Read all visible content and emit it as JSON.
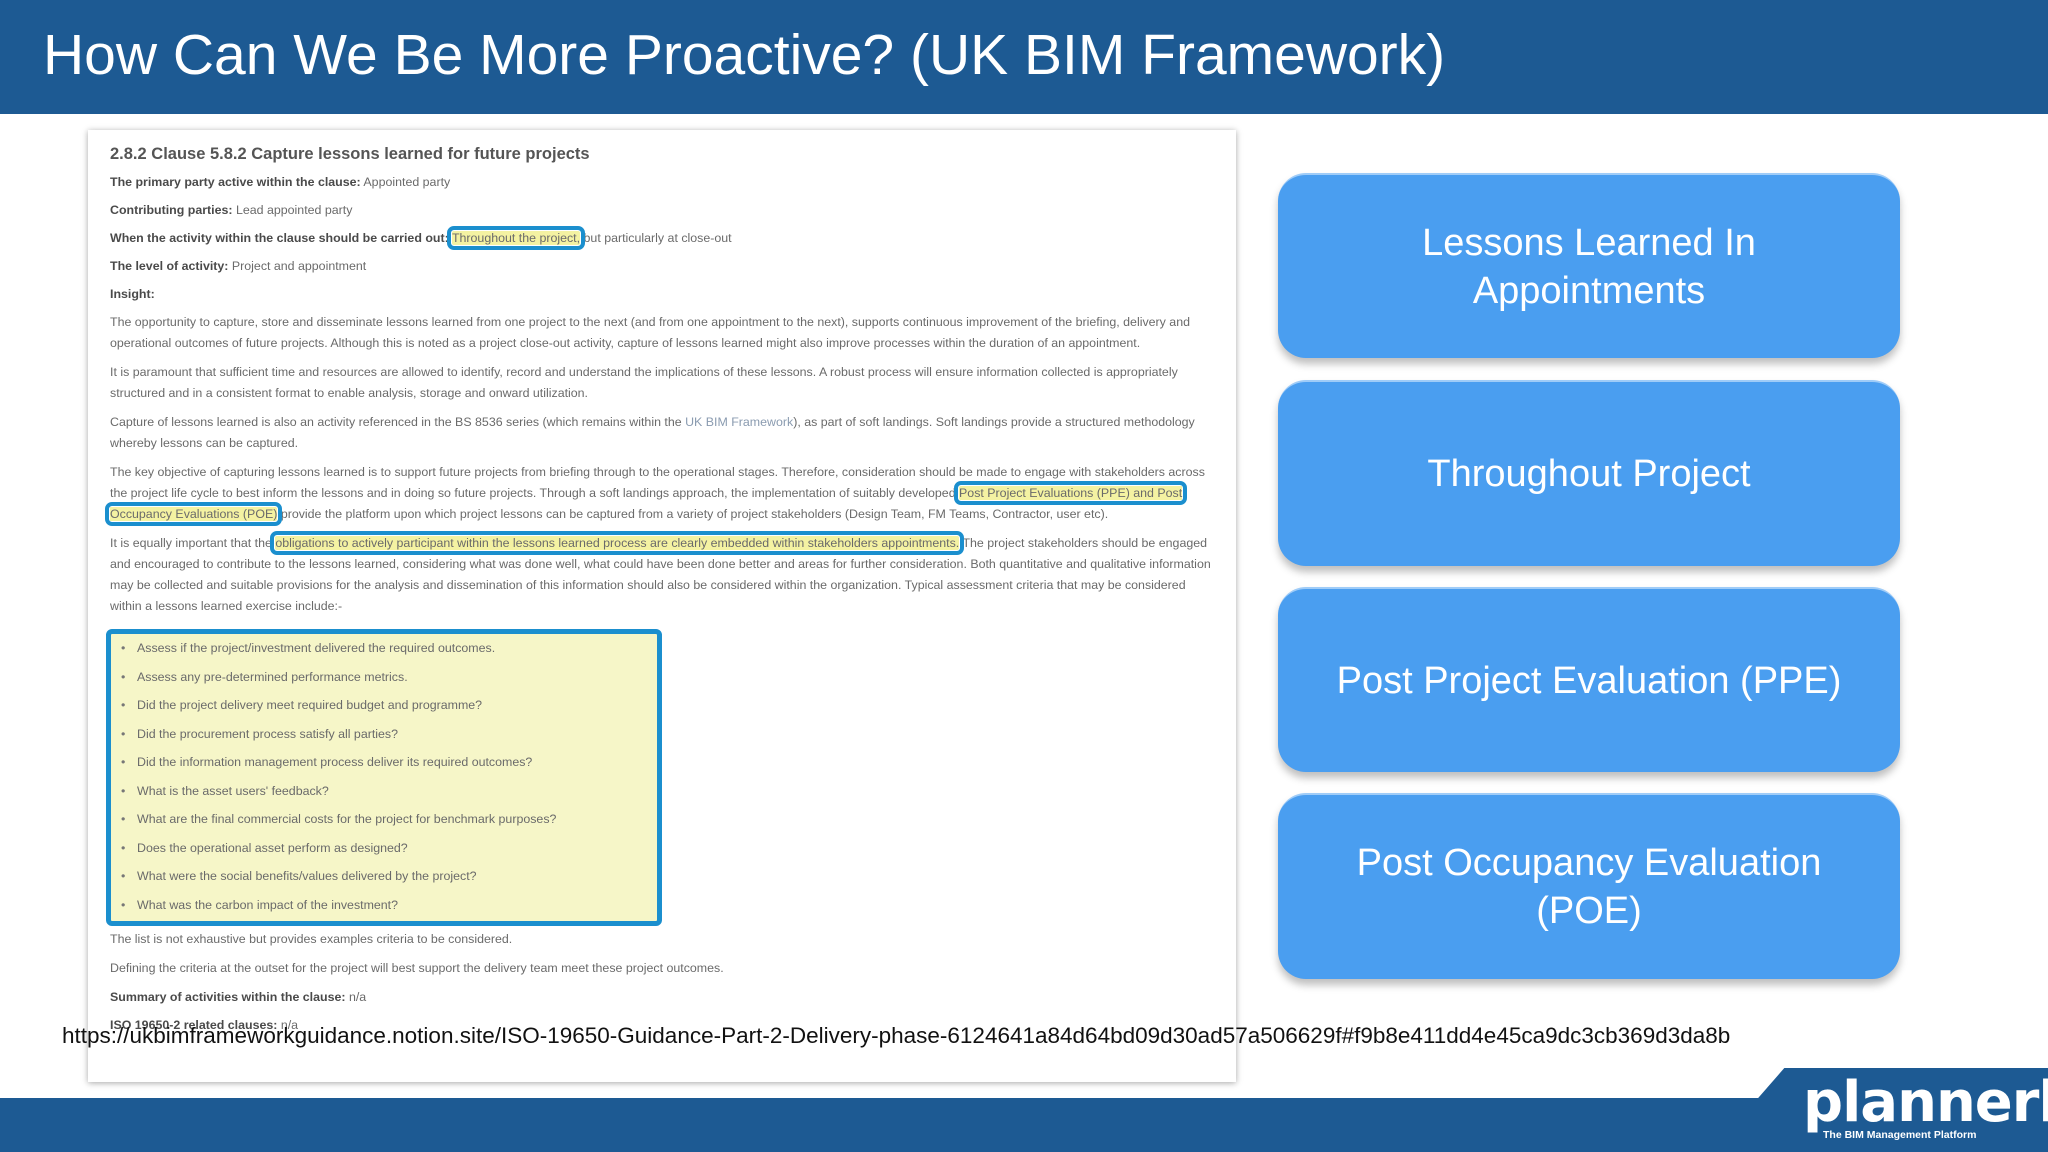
{
  "header": {
    "title": "How Can We Be More Proactive? (UK BIM Framework)"
  },
  "document": {
    "heading": "2.8.2 Clause 5.8.2 Capture lessons learned for future projects",
    "primary_party_label": "The primary party active within the clause:",
    "primary_party_value": "Appointed party",
    "contributing_label": "Contributing parties:",
    "contributing_value": "Lead appointed party",
    "when_label": "When the activity within the clause should be carried out:",
    "when_highlight": "Throughout the project,",
    "when_rest": "but particularly at close-out",
    "level_label": "The level of activity:",
    "level_value": "Project and appointment",
    "insight_label": "Insight:",
    "para1": "The opportunity to capture, store and disseminate lessons learned from one project to the next (and from one appointment to the next), supports continuous improvement of the briefing, delivery and operational outcomes of future projects.  Although this is noted as a project close-out activity, capture of lessons learned might also improve processes within the duration of an appointment.",
    "para2": "It is paramount that sufficient time and resources are allowed to identify, record and understand the implications of these lessons. A robust process will ensure information collected is appropriately structured and in a consistent format to enable analysis, storage and onward utilization.",
    "para3_a": "Capture of lessons learned is also an activity referenced in the BS 8536 series (which remains within the",
    "para3_link": "UK BIM Framework",
    "para3_b": "), as part of soft landings. Soft landings provide a structured methodology whereby lessons can be captured.",
    "para4_a": "The key objective of capturing lessons learned is to support future projects from briefing through to the operational stages.  Therefore, consideration should be made to engage with stakeholders across the project life cycle to best inform the lessons and in doing so future projects.  Through a soft landings approach, the implementation of suitably developed",
    "para4_highlight": "Post Project Evaluations (PPE) and Post Occupancy Evaluations (POE)",
    "para4_b": "provide the platform upon which project lessons can be captured from a variety of project stakeholders (Design Team, FM Teams, Contractor, user etc).",
    "para5_a": "It is equally important that the",
    "para5_highlight": "obligations to actively participant within the lessons learned process are clearly embedded within stakeholders appointments.",
    "para5_b": "The project stakeholders should be engaged and encouraged to contribute to the lessons learned, considering what was done well, what could have been done better and areas for further consideration. Both quantitative and qualitative information may be collected and suitable provisions for the analysis and dissemination of this information should also be considered within the organization.  Typical assessment criteria that may be considered within a lessons learned exercise include:-",
    "criteria": [
      "Assess if the project/investment delivered the required outcomes.",
      "Assess any pre-determined performance metrics.",
      "Did the project delivery meet required budget and programme?",
      "Did the procurement process satisfy all parties?",
      "Did the information management process deliver its required outcomes?",
      "What is the asset users' feedback?",
      "What are the final commercial costs for the project for benchmark purposes?",
      "Does the operational asset perform as designed?",
      "What were the social benefits/values delivered by the project?",
      "What was the carbon impact of the investment?"
    ],
    "para6": "The list is not exhaustive but provides examples criteria to be considered.",
    "para7": "Defining the criteria at the outset for the project will best support the delivery team meet these project outcomes.",
    "summary_label": "Summary of activities within the clause:",
    "summary_value": "n/a",
    "related_label": "ISO 19650-2 related clauses:",
    "related_value": "n/a"
  },
  "url": "https://ukbimframeworkguidance.notion.site/ISO-19650-Guidance-Part-2-Delivery-phase-6124641a84d64bd09d30ad57a506629f#f9b8e411dd4e45ca9dc3cb369d3da8b",
  "buttons": [
    "Lessons Learned In Appointments",
    "Throughout Project",
    "Post Project Evaluation (PPE)",
    "Post Occupancy Evaluation (POE)"
  ],
  "logo": {
    "word": "plannerly",
    "tagline": "The BIM Management Platform"
  },
  "colors": {
    "brand_blue": "#1d5a93",
    "button_blue": "#4a9ef0",
    "highlight_box": "#1b8fce",
    "highlight_fill": "#f4f2a2"
  }
}
